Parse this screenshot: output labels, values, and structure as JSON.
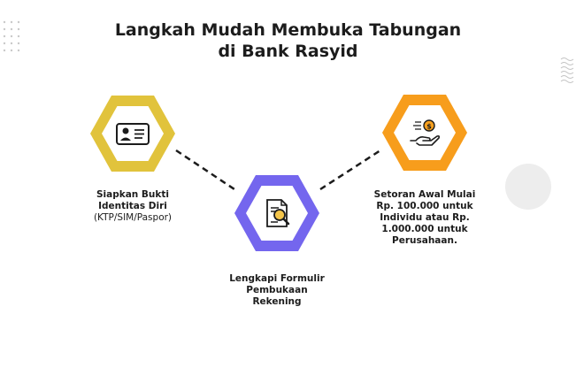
{
  "title": {
    "line1": "Langkah Mudah Membuka Tabungan",
    "line2": "di Bank Rasyid"
  },
  "colors": {
    "gold": "#e1c33c",
    "violet": "#7466ee",
    "orange": "#f79d1c",
    "text": "#1c1c1c"
  },
  "steps": [
    {
      "icon": "id-card-icon",
      "color": "#e1c33c",
      "title_lines": [
        "Siapkan Bukti",
        "Identitas Diri"
      ],
      "subtitle": "(KTP/SIM/Paspor)"
    },
    {
      "icon": "document-search-icon",
      "color": "#7466ee",
      "title_lines": [
        "Lengkapi Formulir",
        "Pembukaan",
        "Rekening"
      ]
    },
    {
      "icon": "money-hand-icon",
      "color": "#f79d1c",
      "title_lines": [
        "Setoran Awal Mulai",
        "Rp. 100.000 untuk",
        "Individu atau Rp.",
        "1.000.000 untuk",
        "Perusahaan."
      ]
    }
  ]
}
